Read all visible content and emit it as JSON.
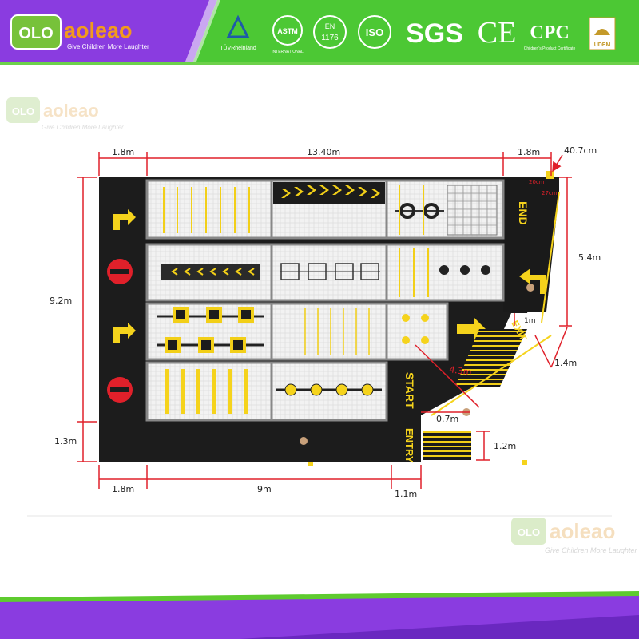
{
  "brand": {
    "logo_mark": "OLO",
    "name": "aoleao",
    "tagline": "Give Children More Laughter",
    "colors": {
      "purple": "#8a3ce0",
      "green": "#4cc834",
      "orange": "#f29a1d"
    }
  },
  "certifications": {
    "tuv": "TÜVRheinland",
    "astm": "ASTM",
    "astm_sub": "INTERNATIONAL",
    "en": "EN",
    "en_num": "1176",
    "iso": "ISO",
    "sgs": "SGS",
    "ce": "CE",
    "cpc": "CPC",
    "cpc_sub": "Children's Product Certificate",
    "udem": "UDEM"
  },
  "dimensions": {
    "top_left": "1.8m",
    "top_middle": "13.40m",
    "top_right": "1.8m",
    "corner_piece": "40.7cm",
    "corner_small_a": "20cm",
    "corner_small_b": "27cm",
    "right_upper": "5.4m",
    "left_height": "9.2m",
    "left_bottom": "1.3m",
    "bottom_left": "1.8m",
    "bottom_middle": "9m",
    "bottom_right": "1.1m",
    "exit_gap": "1m",
    "exit_width": "1.4m",
    "ramp_length": "4.3m",
    "entry_gap": "0.7m",
    "entry_depth": "1.2m"
  },
  "zone_labels": {
    "end": "END",
    "exit": "EXIT",
    "start": "START",
    "entry": "ENTRY"
  },
  "colors": {
    "floor": "#1c1c1c",
    "dim_line": "#e0202a",
    "accent": "#f5d31c",
    "panel": "#f1f1f1",
    "frame": "#8a8a8a"
  },
  "icons": [
    "turn-arrow-icon",
    "no-entry-icon",
    "direction-arrow-icon",
    "chevron-icon"
  ]
}
